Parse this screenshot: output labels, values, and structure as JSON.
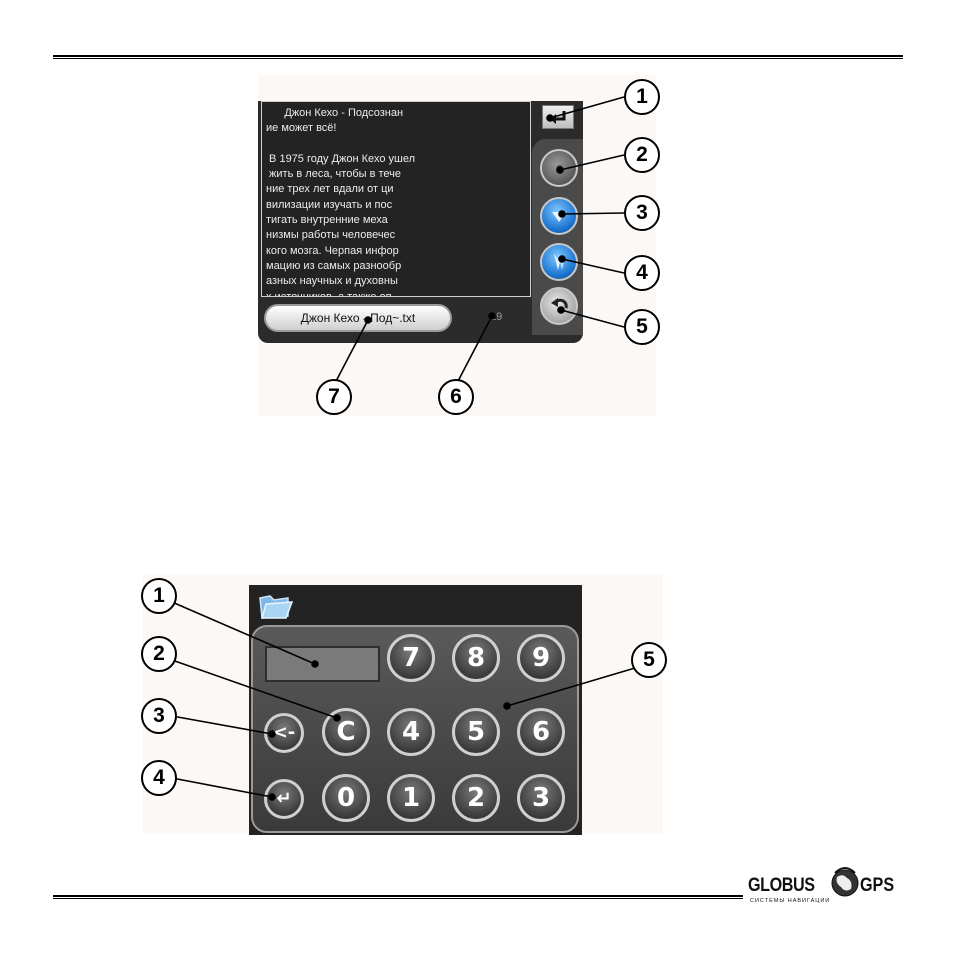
{
  "reader": {
    "lines": [
      "      Джон Кехо - Подсознан",
      "ие может всё!",
      "",
      " В 1975 году Джон Кехо ушел",
      " жить в леса, чтобы в тече",
      "ние трех лет вдали от ци",
      "вилизации изучать и пос",
      "тигать внутренние меха",
      "низмы работы человечес",
      "кого мозга. Черпая инфор",
      "мацию из самых разнообр",
      "азных научных и духовны",
      "х источников, а также оп"
    ],
    "file_name": "Джон Кехо - Под~.txt",
    "page_number": "19"
  },
  "fig1_callouts": [
    "1",
    "2",
    "3",
    "4",
    "5",
    "6",
    "7"
  ],
  "fig2_callouts": [
    "1",
    "2",
    "3",
    "4",
    "5"
  ],
  "keypad": {
    "row1": [
      "7",
      "8",
      "9"
    ],
    "row2": [
      "4",
      "5",
      "6"
    ],
    "row3": [
      "0",
      "1",
      "2",
      "3"
    ],
    "clear_label": "C",
    "backspace_label": "<-",
    "enter_label": "↵"
  },
  "logo": {
    "brand_left": "GLOBUS",
    "brand_right": "GPS",
    "tagline": "СИСТЕМЫ НАВИГАЦИИ"
  },
  "icons": [
    "exit-icon",
    "record-icon",
    "arrow-down-icon",
    "fast-forward-icon",
    "back-icon",
    "folder-icon",
    "globe-icon"
  ],
  "colors": {
    "accent_blue": "#1b74d0",
    "panel_dark": "#2b2b2b"
  }
}
